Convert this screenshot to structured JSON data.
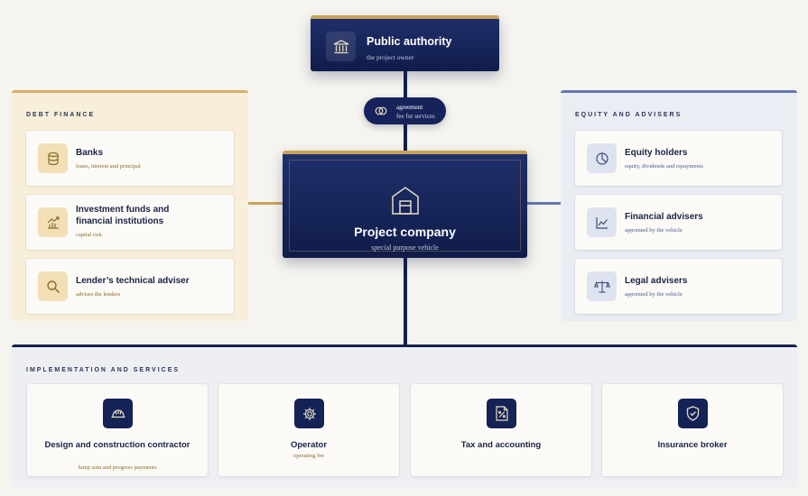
{
  "public_authority": {
    "title": "Public authority",
    "subtitle": "the project owner"
  },
  "agreement": {
    "line1": "agreement",
    "line2": "fee for services"
  },
  "project_company": {
    "title": "Project company",
    "subtitle": "special purpose vehicle"
  },
  "debt_finance": {
    "label": "DEBT FINANCE",
    "items": [
      {
        "title": "Banks",
        "subtitle": "loans, interest and principal",
        "icon": "database-icon"
      },
      {
        "title": "Investment funds and financial institutions",
        "subtitle": "capital risk",
        "icon": "growth-chart-icon"
      },
      {
        "title": "Lender’s technical adviser",
        "subtitle": "advises the lenders",
        "icon": "magnifier-icon"
      }
    ]
  },
  "equity_advisers": {
    "label": "EQUITY AND ADVISERS",
    "items": [
      {
        "title": "Equity holders",
        "subtitle": "equity, dividends and repayments",
        "icon": "pie-chart-icon"
      },
      {
        "title": "Financial advisers",
        "subtitle": "appointed by the vehicle",
        "icon": "line-chart-icon"
      },
      {
        "title": "Legal advisers",
        "subtitle": "appointed by the vehicle",
        "icon": "scales-icon"
      }
    ]
  },
  "implementation": {
    "label": "IMPLEMENTATION AND SERVICES",
    "items": [
      {
        "title": "Design and construction contractor",
        "subtitle": "lump sum and progress payments",
        "icon": "hard-hat-icon"
      },
      {
        "title": "Operator",
        "subtitle": "operating fee",
        "icon": "gear-icon"
      },
      {
        "title": "Tax and accounting",
        "subtitle": "",
        "icon": "tax-document-icon"
      },
      {
        "title": "Insurance broker",
        "subtitle": "",
        "icon": "shield-check-icon"
      }
    ]
  },
  "colors": {
    "navy": "#15204a",
    "gold": "#c9a25a",
    "blue": "#6576ad",
    "debt_panel": "#f8efdb",
    "equity_panel": "#ebedf4",
    "background": "#f5f4ef"
  }
}
